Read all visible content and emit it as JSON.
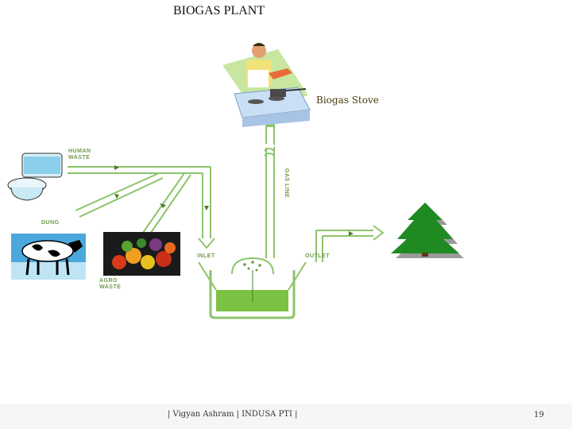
{
  "title": "BIOGAS PLANT",
  "diagram": {
    "stove_label": "Biogas Stove",
    "human_waste": [
      "HUMAN",
      "WASTE"
    ],
    "dung": "DUNG",
    "agro_waste": [
      "AGRO",
      "WASTE"
    ],
    "gas_line": "GAS LINE",
    "inlet": "INLET",
    "outlet": "OUTLET"
  },
  "footer": {
    "text": "| Vigyan Ashram | INDUSA PTI |",
    "page": "19"
  },
  "colors": {
    "pipe": "#8cc46a",
    "slurry": "#7cc242",
    "tree": "#1f8a22"
  }
}
